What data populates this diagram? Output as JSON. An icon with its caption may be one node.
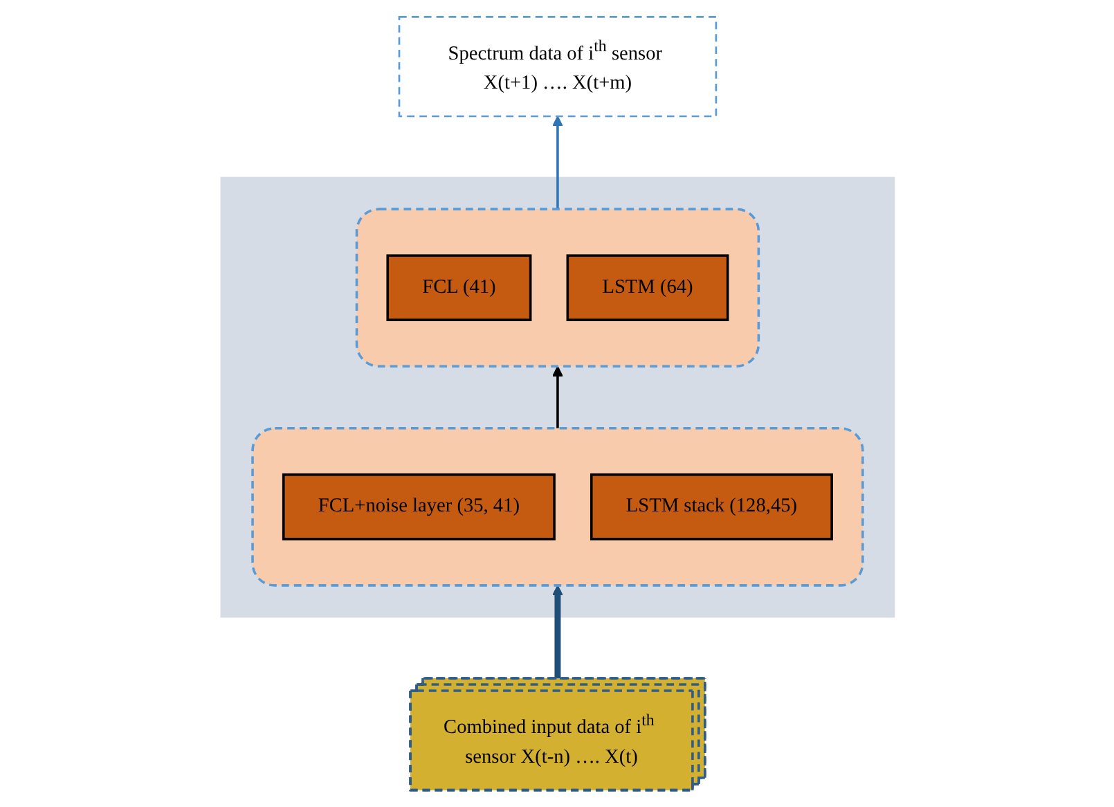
{
  "diagram": {
    "nodes": [
      {
        "text": [
          "Spectrum data of i$^{th}$ sensor X(t+1) …. X(t+m)"
        ]
      },
      {
        "text": [],
        "shape": "box"
      },
      {
        "text": [],
        "shape": "box",
        "in": 1
      },
      {
        "text": [
          "FCL+noise layer (35, 41)"
        ],
        "in": 2
      },
      {
        "text": [
          "LSTM stack (128,45)"
        ],
        "in": 2
      },
      {
        "text": [],
        "shape": "box",
        "in": 1
      },
      {
        "text": [
          "FCL (41)"
        ],
        "in": 5
      },
      {
        "text": [
          "LSTM (64)"
        ],
        "in": 5
      },
      {
        "text": [
          "Combined input data of i$^{th}$ sensor X(t-n) …. X(t)"
        ]
      }
    ],
    "edges": [
      {
        "from": 8,
        "to": 2,
        "arrow": "to",
        "style": "thick",
        "color": "#1f4e79"
      },
      {
        "from": 2,
        "to": 5,
        "arrow": "to",
        "color": "#000000"
      },
      {
        "from": 5,
        "to": 0,
        "arrow": "to",
        "color": "#2e75b6"
      }
    ]
  }
}
